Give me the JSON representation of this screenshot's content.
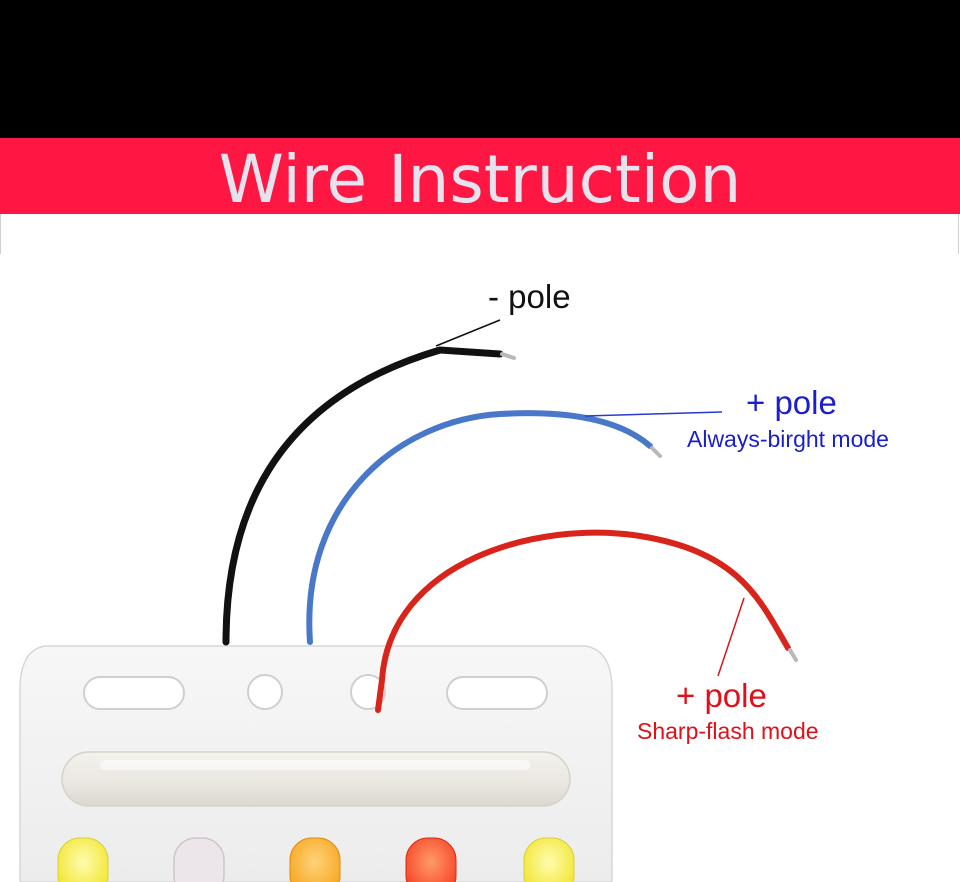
{
  "banner": {
    "title": "Wire Instruction",
    "color": "#ff1744"
  },
  "wires": [
    {
      "label": "- pole",
      "description": "",
      "color": "#111111"
    },
    {
      "label": "+ pole",
      "description": "Always-birght mode",
      "color": "#4a78c8"
    },
    {
      "label": "+ pole",
      "description": "Sharp-flash mode",
      "color": "#d8241a"
    }
  ],
  "led_colors": [
    "#f4e81c",
    "#ece6ea",
    "#f5a012",
    "#f4361a",
    "#f0e624"
  ],
  "board_color": "#f1f1f1"
}
